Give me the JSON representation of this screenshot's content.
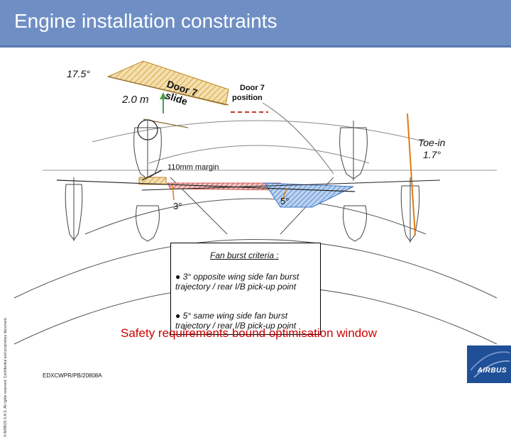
{
  "title": "Engine installation constraints",
  "diagram": {
    "angle_label": "17.5°",
    "distance_label": "2.0 m",
    "slide_label_1": "Door 7",
    "slide_label_2": "slide",
    "door_position_1": "Door 7",
    "door_position_2": "position",
    "toe_in_1": "Toe-in",
    "toe_in_2": "1.7°",
    "margin_label": "110mm margin",
    "angle_left": "3°",
    "angle_right": "5°"
  },
  "criteria": {
    "heading": "Fan burst criteria :",
    "items": [
      "3° opposite wing side fan burst trajectory / rear I/B pick-up point",
      "5° same wing side fan burst trajectory / rear I/B pick-up point"
    ]
  },
  "safety_text": "Safety requirements bound optimisation window",
  "doc_id": "EDXCWPR/PB/20808A",
  "side_notice": "© AIRBUS S.A.S. All rights reserved. Confidential and proprietary document.",
  "logo_text": "AIRBUS",
  "colors": {
    "header": "#6f8fc4",
    "hatch": "#d9a441",
    "door_dash": "#c0392b",
    "safety_text": "#cc0000",
    "logo": "#1e4f97",
    "orange_arrow": "#e07a10"
  }
}
